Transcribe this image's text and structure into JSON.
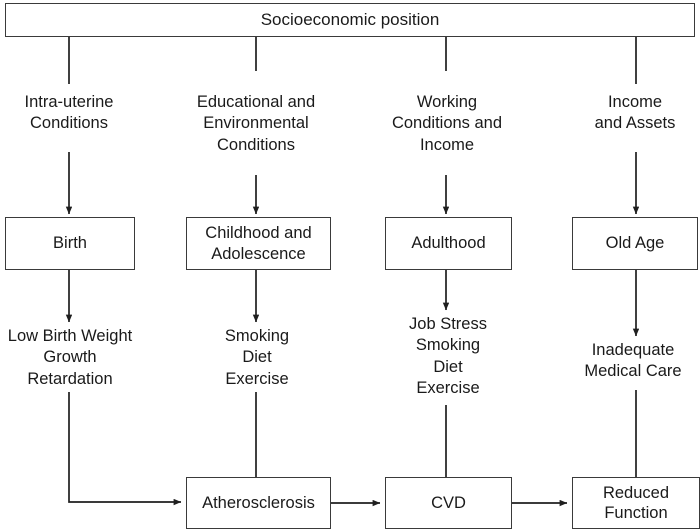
{
  "diagram": {
    "title": "Socioeconomic position",
    "top_box": {
      "label": "Socioeconomic position"
    },
    "drivers": [
      {
        "id": "intra-uterine",
        "label": "Intra-uterine\nConditions"
      },
      {
        "id": "educational-environmental",
        "label": "Educational and\nEnvironmental\nConditions"
      },
      {
        "id": "working-conditions-income",
        "label": "Working\nConditions and\nIncome"
      },
      {
        "id": "income-assets",
        "label": "Income\nand Assets"
      }
    ],
    "life_stages": [
      {
        "id": "birth",
        "label": "Birth"
      },
      {
        "id": "childhood-adolescence",
        "label": "Childhood and\nAdolescence"
      },
      {
        "id": "adulthood",
        "label": "Adulthood"
      },
      {
        "id": "old-age",
        "label": "Old Age"
      }
    ],
    "risk_factors": [
      {
        "id": "low-birth-weight",
        "label": "Low Birth Weight\nGrowth\nRetardation"
      },
      {
        "id": "smoking-diet-exercise",
        "label": "Smoking\nDiet\nExercise"
      },
      {
        "id": "job-stress-smoking-diet-exercise",
        "label": "Job Stress\nSmoking\nDiet\nExercise"
      },
      {
        "id": "inadequate-medical-care",
        "label": "Inadequate\nMedical Care"
      }
    ],
    "outcomes": [
      {
        "id": "atherosclerosis",
        "label": "Atherosclerosis"
      },
      {
        "id": "cvd",
        "label": "CVD"
      },
      {
        "id": "reduced-function",
        "label": "Reduced\nFunction"
      }
    ],
    "colors": {
      "stroke": "#3a3a3a",
      "line": "#1f1f1f",
      "text": "#1a1a1a",
      "background": "#ffffff"
    }
  }
}
